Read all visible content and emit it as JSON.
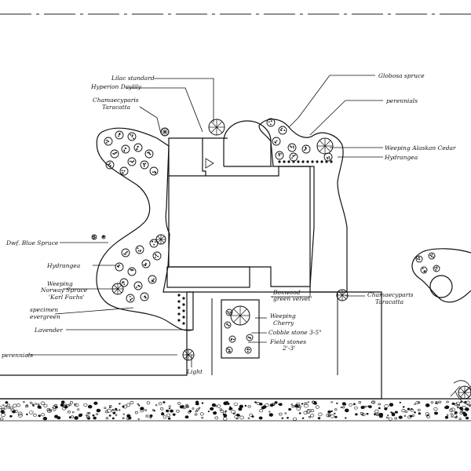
{
  "labels": {
    "lilac_standard": "Lilac standard",
    "hyperion_daylily": "Hyperion Daylily",
    "chamaecyparis_top_1": "Chamaecyparis",
    "chamaecyparis_top_2": "Taracatta",
    "globosa_spruce": "Globosa spruce",
    "perennials_top": "perennials",
    "weeping_alaskan_cedar": "Weeping Alaskan Cedar",
    "hydrangea_right": "Hydrangea",
    "dwf_blue_spruce": "Dwf. Blue Spruce",
    "hydrangea_left": "Hydrangea",
    "weeping_norway_1": "Weeping",
    "weeping_norway_2": "Norway Spruce",
    "weeping_norway_3": "'Karl Fuchs'",
    "specimen_1": "specimen",
    "specimen_2": "evergreen",
    "lavender": "Lavender",
    "perennials_left": "perennials",
    "boxwood": "Boxwood",
    "green_velvet": "'green velvet'",
    "chamaecyparis_right_1": "Chamaecyparis",
    "chamaecyparis_right_2": "Taracatta",
    "weeping_cherry_1": "Weeping",
    "weeping_cherry_2": "Cherry",
    "cobble_stone": "Cobble stone 3-5\"",
    "field_stones_1": "Field stones",
    "field_stones_2": "2'-3'",
    "light": "Light"
  }
}
